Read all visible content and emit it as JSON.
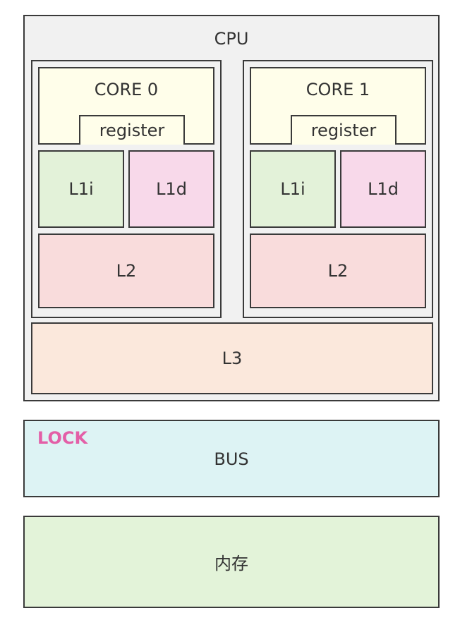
{
  "cpu": {
    "label": "CPU",
    "cores": [
      {
        "label": "CORE 0",
        "register": "register",
        "l1i": "L1i",
        "l1d": "L1d",
        "l2": "L2"
      },
      {
        "label": "CORE 1",
        "register": "register",
        "l1i": "L1i",
        "l1d": "L1d",
        "l2": "L2"
      }
    ],
    "l3": "L3"
  },
  "bus": {
    "label": "BUS",
    "lock": "LOCK",
    "lock_color": "#e35fa7"
  },
  "memory": {
    "label": "内存"
  }
}
